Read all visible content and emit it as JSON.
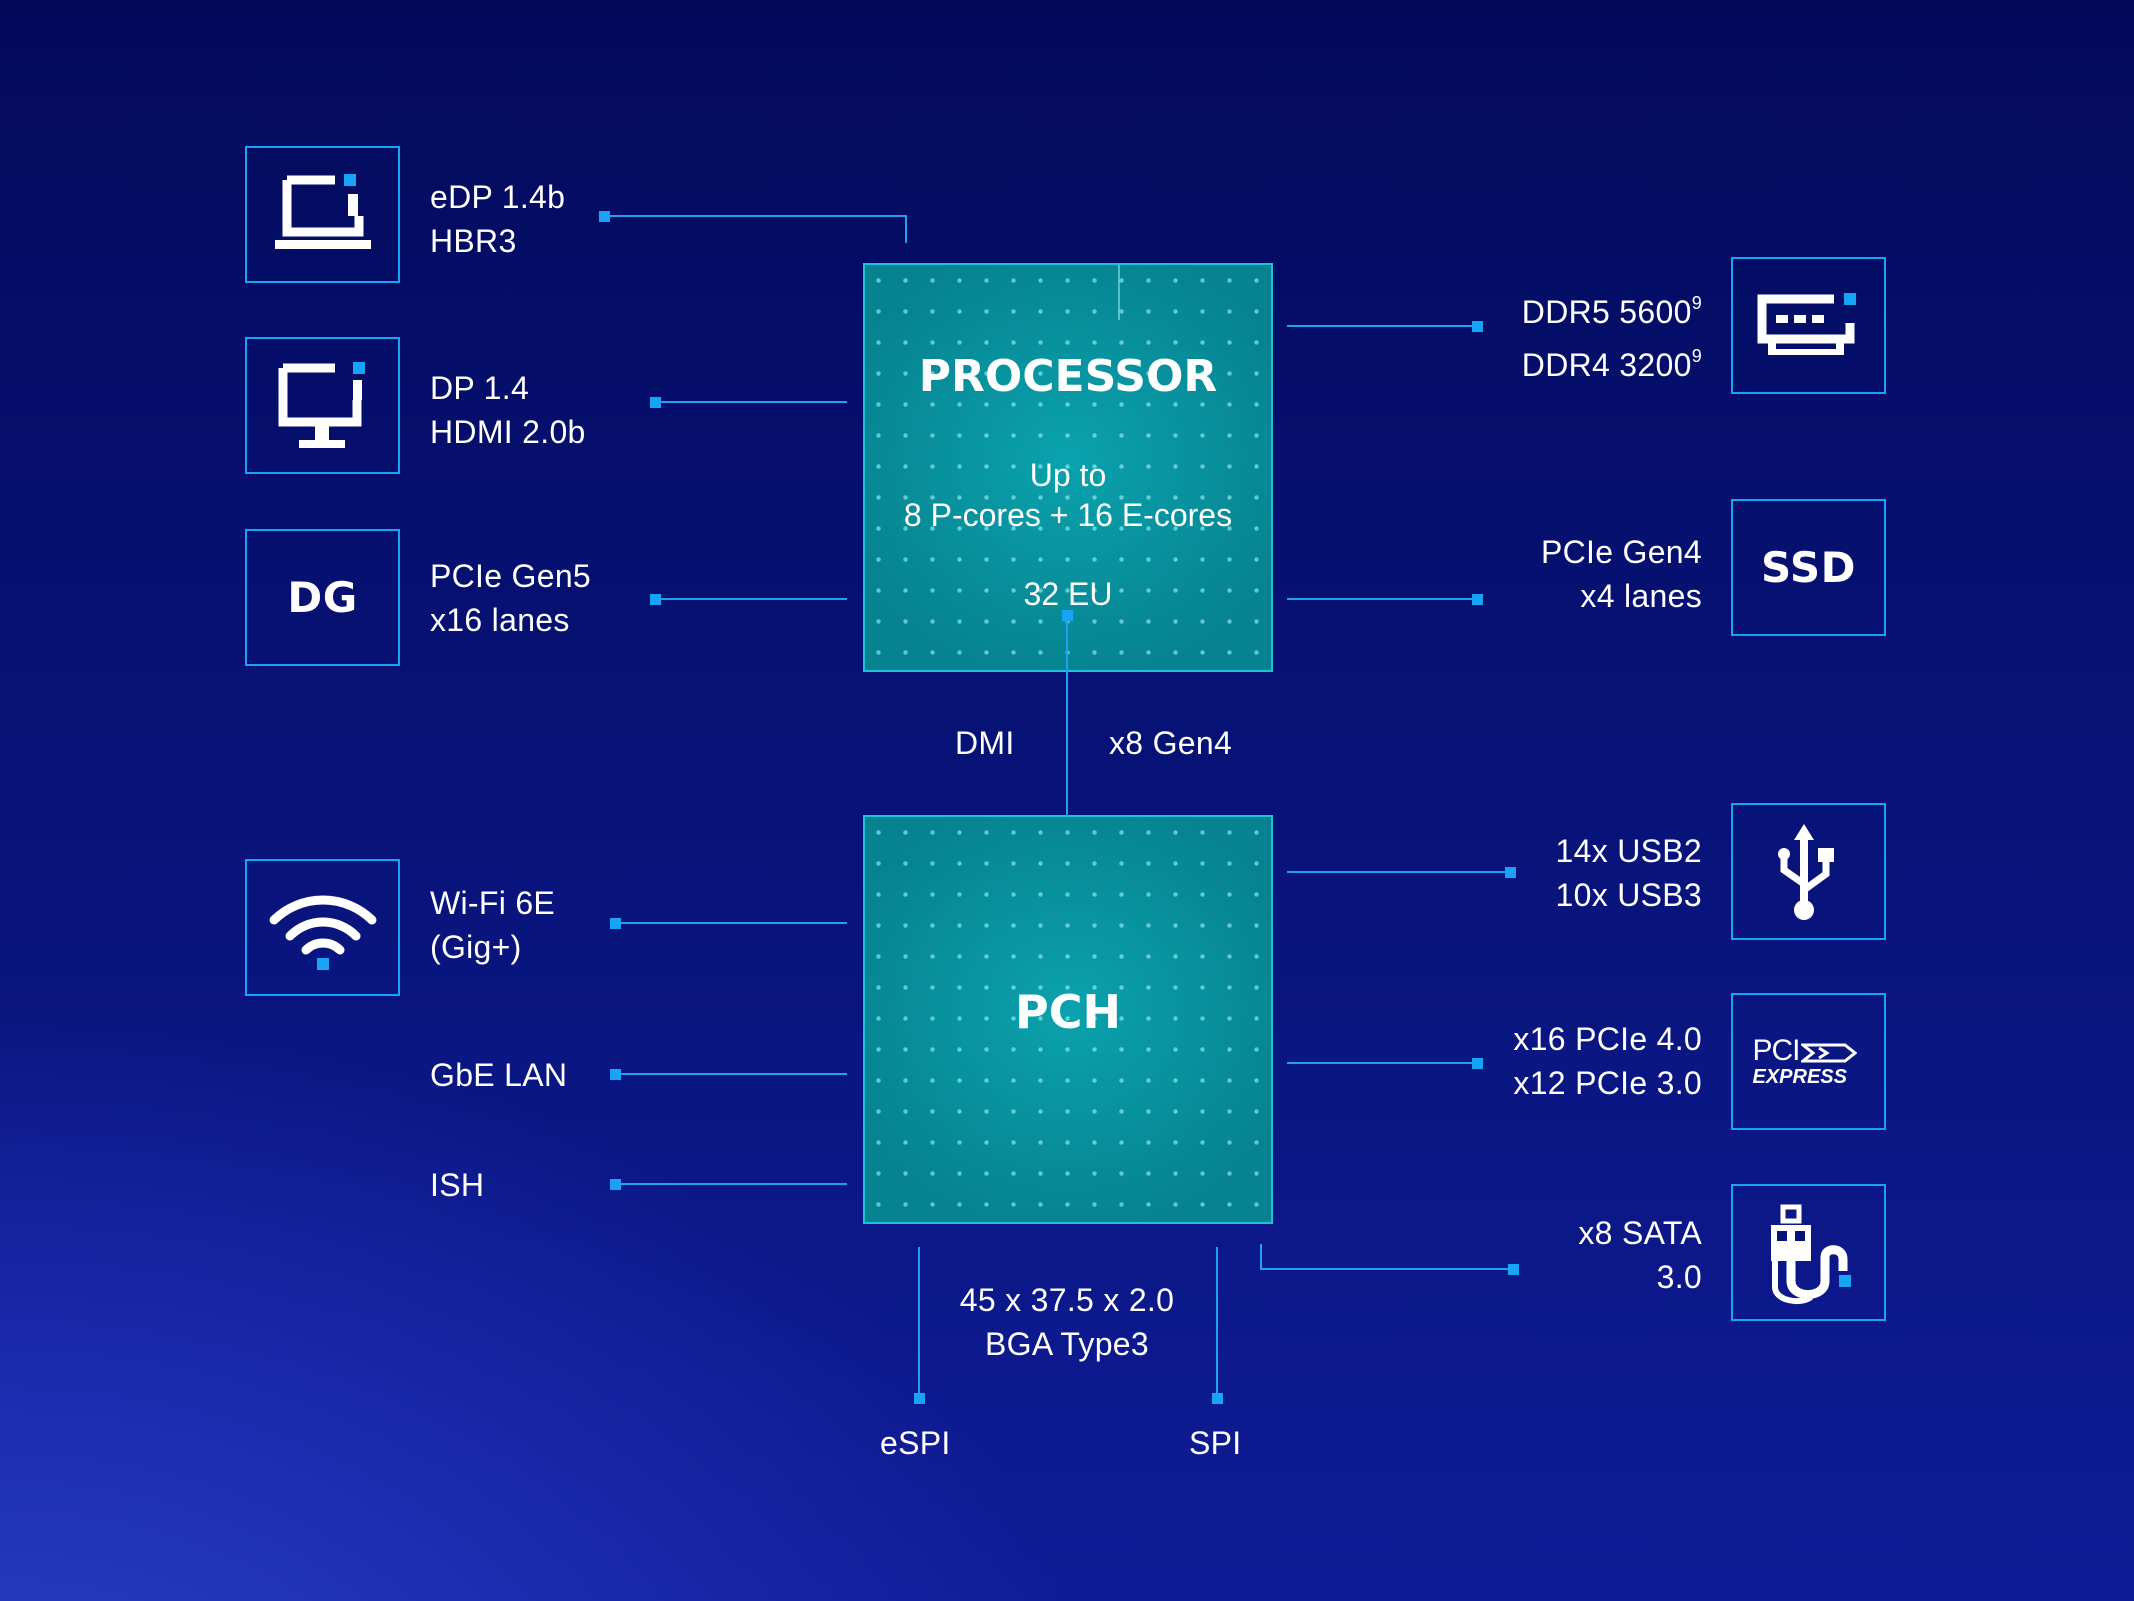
{
  "processor": {
    "title": "PROCESSOR",
    "cores_line1": "Up to",
    "cores_line2": "8 P-cores + 16 E-cores",
    "eu": "32 EU"
  },
  "pch": {
    "title": "PCH"
  },
  "dmi": {
    "left": "DMI",
    "right": "x8 Gen4"
  },
  "package": {
    "line1": "45 x 37.5 x 2.0",
    "line2": "BGA Type3"
  },
  "left": {
    "edp": {
      "line1": "eDP 1.4b",
      "line2": "HBR3",
      "icon": "laptop-icon"
    },
    "dp": {
      "line1": "DP 1.4",
      "line2": "HDMI 2.0b",
      "icon": "monitor-icon"
    },
    "dg": {
      "line1": "PCIe Gen5",
      "line2": "x16 lanes",
      "box_text": "DG"
    },
    "wifi": {
      "line1": "Wi-Fi 6E",
      "line2": "(Gig+)",
      "icon": "wifi-icon"
    },
    "lan": "GbE LAN",
    "ish": "ISH"
  },
  "right": {
    "memory": {
      "line1": "DDR5 5600",
      "line2": "DDR4 3200",
      "sup": "9",
      "icon": "memory-icon"
    },
    "ssd": {
      "line1": "PCIe Gen4",
      "line2": "x4 lanes",
      "box_text": "SSD"
    },
    "usb": {
      "line1": "14x USB2",
      "line2": "10x USB3",
      "icon": "usb-icon"
    },
    "pcie": {
      "line1": "x16 PCIe 4.0",
      "line2": "x12 PCIe 3.0",
      "logo_top": "PCI",
      "logo_bottom": "EXPRESS"
    },
    "sata": {
      "line1": "x8 SATA",
      "line2": "3.0",
      "icon": "sata-icon"
    }
  },
  "bottom": {
    "espi": "eSPI",
    "spi": "SPI"
  },
  "colors": {
    "accent": "#18a4f4",
    "chip": "#0aa2ad",
    "background": "#071275"
  }
}
